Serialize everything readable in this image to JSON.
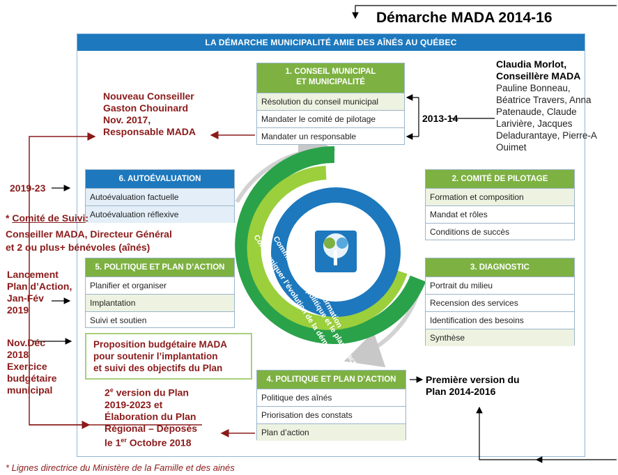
{
  "title": "Démarche MADA 2014-16",
  "banner": "LA DÉMARCHE MUNICIPALITÉ AMIE DES AÎNÉS AU QUÉBEC",
  "box1": {
    "head": [
      "1. CONSEIL MUNICIPAL",
      "ET MUNICIPALITÉ"
    ],
    "items": [
      "Résolution du conseil municipal",
      "Mandater le comité de pilotage",
      "Mandater un responsable"
    ]
  },
  "box2": {
    "head": "2. COMITÉ DE PILOTAGE",
    "items": [
      "Formation et composition",
      "Mandat et rôles",
      "Conditions de succès"
    ]
  },
  "box3": {
    "head": "3. DIAGNOSTIC",
    "items": [
      "Portrait du milieu",
      "Recension des services",
      "Identification des besoins",
      "Synthèse"
    ]
  },
  "box4": {
    "head": "4. POLITIQUE ET PLAN D’ACTION",
    "items": [
      "Politique des aînés",
      "Priorisation des constats",
      "Plan d’action"
    ]
  },
  "box5": {
    "head": "5. POLITIQUE ET PLAN D’ACTION",
    "items": [
      "Planifier et organiser",
      "Implantation",
      "Suivi et soutien"
    ]
  },
  "box6": {
    "head": "6. AUTOÉVALUATION",
    "items": [
      "Autoévaluation factuelle",
      "Autoévaluation réflexive"
    ]
  },
  "circle": {
    "inner": "Circulation de l’information",
    "middle": "Communiquer la politique et le plan d’action",
    "outer": "Communiquer l’évolution de la démarche"
  },
  "notes": {
    "nouveau": [
      "Nouveau Conseiller",
      "Gaston Chouinard",
      "Nov. 2017,",
      "Responsable MADA"
    ],
    "period_2013": "2013-14",
    "claudia": [
      "Claudia Morlot,",
      "Conseillère MADA"
    ],
    "members": [
      "Pauline Bonneau,",
      "Béatrice Travers, Anna",
      "Patenaude, Claude",
      "Larivière, Jacques",
      "Deladurantaye, Pierre-A",
      "Ouimet"
    ],
    "period_2019": "2019-23",
    "comite_star": "* ",
    "comite_title": "Comité de Suivi",
    "comite_colon": ":",
    "comite_lines": [
      "Conseiller MADA, Directeur Général",
      "et 2 ou plus+ bénévoles (aînés)"
    ],
    "lancement": [
      "Lancement",
      "Plan d’Action,",
      "Jan-Fév",
      "2019"
    ],
    "novdec": [
      "Nov.Déc",
      "2018",
      "Exercice",
      "budgétaire",
      "municipal"
    ],
    "proposition": [
      "Proposition budgétaire MADA",
      "pour soutenir l’implantation",
      "et suivi des objectifs du Plan"
    ],
    "version2": {
      "line1_pre": "2",
      "line1_sup": "e",
      "line1_post": " version du Plan",
      "line2": "2019-2023 et",
      "line3": "Élaboration du Plan",
      "line4": "Régional – Déposés",
      "line5_pre": "le 1",
      "line5_sup": "er",
      "line5_post": " Octobre 2018"
    },
    "premiere": [
      "Première version du",
      "Plan 2014-2016"
    ],
    "footnote": "* Lignes directrice du Ministère de la Famille et des ainés"
  },
  "colors": {
    "accent_blue": "#1d78bd",
    "accent_green": "#7db142",
    "note_red": "#8b1a1a"
  }
}
